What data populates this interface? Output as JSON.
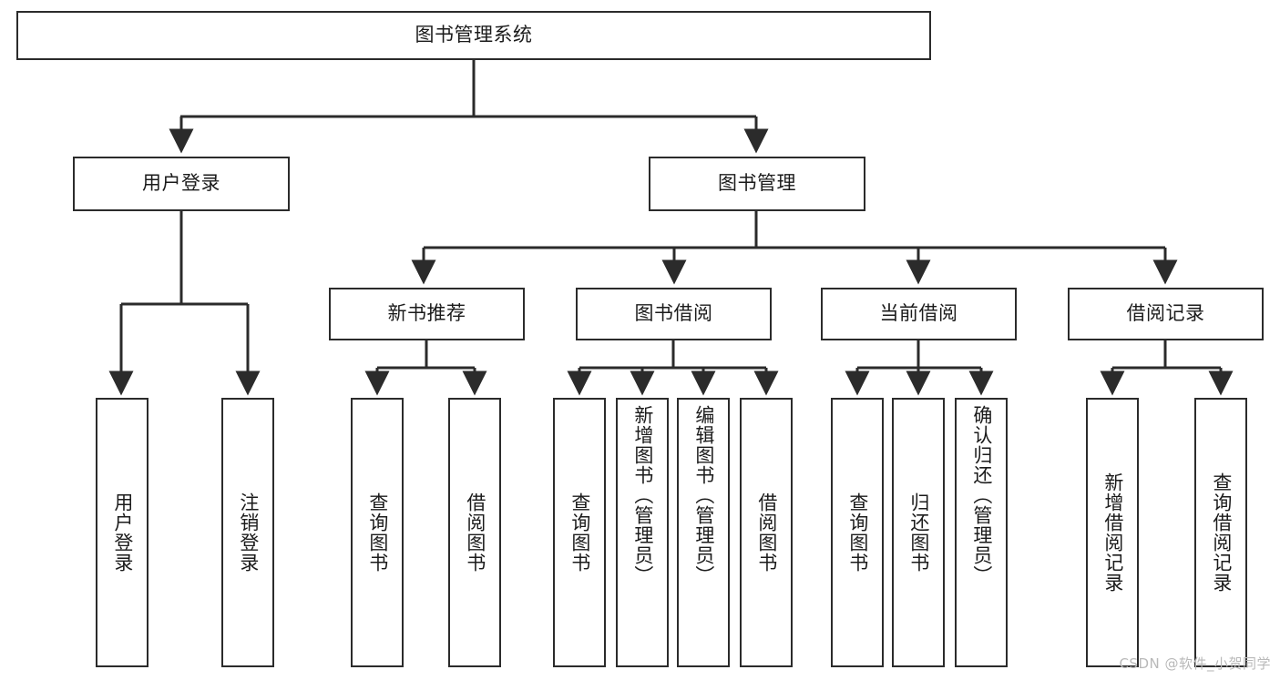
{
  "diagram": {
    "type": "tree-hierarchy",
    "title": "图书管理系统",
    "watermark": "CSDN @软件_小贺同学",
    "colors": {
      "stroke": "#2b2b2b",
      "fill": "#ffffff",
      "text": "#1b1b1b",
      "watermark": "#b9b9b9"
    },
    "levels": {
      "root": {
        "label": "图书管理系统"
      },
      "level2": [
        {
          "id": "user-login",
          "label": "用户登录"
        },
        {
          "id": "book-manage",
          "label": "图书管理"
        }
      ],
      "level3": [
        {
          "id": "new-book-rec",
          "label": "新书推荐"
        },
        {
          "id": "book-borrow",
          "label": "图书借阅"
        },
        {
          "id": "current-borrow",
          "label": "当前借阅"
        },
        {
          "id": "borrow-record",
          "label": "借阅记录"
        }
      ],
      "leaves": {
        "user-login": [
          {
            "id": "leaf-user-login",
            "label": "用户登录"
          },
          {
            "id": "leaf-logout",
            "label": "注销登录"
          }
        ],
        "new-book-rec": [
          {
            "id": "leaf-query-book-1",
            "label": "查询图书"
          },
          {
            "id": "leaf-borrow-book-1",
            "label": "借阅图书"
          }
        ],
        "book-borrow": [
          {
            "id": "leaf-query-book-2",
            "label": "查询图书"
          },
          {
            "id": "leaf-add-book",
            "label": "新增图书（管理员）"
          },
          {
            "id": "leaf-edit-book",
            "label": "编辑图书（管理员）"
          },
          {
            "id": "leaf-borrow-book-2",
            "label": "借阅图书"
          }
        ],
        "current-borrow": [
          {
            "id": "leaf-query-book-3",
            "label": "查询图书"
          },
          {
            "id": "leaf-return-book",
            "label": "归还图书"
          },
          {
            "id": "leaf-confirm-return",
            "label": "确认归还（管理员）"
          }
        ],
        "borrow-record": [
          {
            "id": "leaf-add-record",
            "label": "新增借阅记录"
          },
          {
            "id": "leaf-query-record",
            "label": "查询借阅记录"
          }
        ]
      }
    }
  }
}
